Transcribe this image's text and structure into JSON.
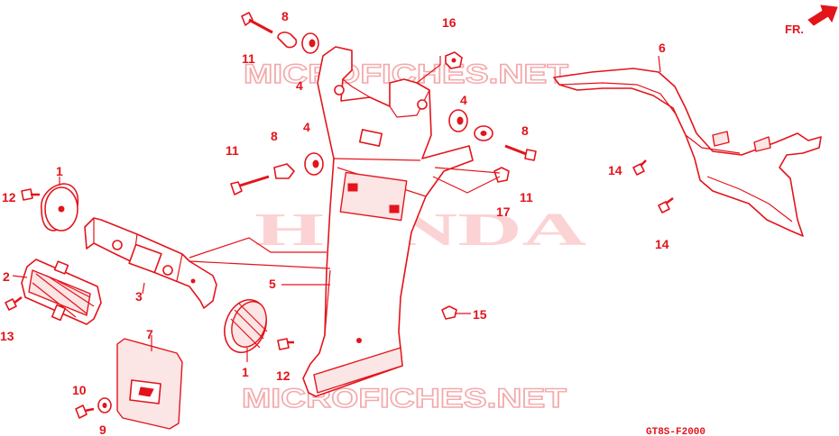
{
  "diagram": {
    "watermark_top": "MICROFICHES.NET",
    "watermark_center": "HONDA",
    "watermark_bottom": "MICROFICHES.NET",
    "diagram_code": "GT8S-F2000",
    "direction_label": "FR.",
    "callouts": [
      {
        "id": "c1a",
        "label": "1"
      },
      {
        "id": "c1b",
        "label": "1"
      },
      {
        "id": "c2",
        "label": "2"
      },
      {
        "id": "c3",
        "label": "3"
      },
      {
        "id": "c4a",
        "label": "4"
      },
      {
        "id": "c4b",
        "label": "4"
      },
      {
        "id": "c4c",
        "label": "4"
      },
      {
        "id": "c5",
        "label": "5"
      },
      {
        "id": "c6",
        "label": "6"
      },
      {
        "id": "c7",
        "label": "7"
      },
      {
        "id": "c8a",
        "label": "8"
      },
      {
        "id": "c8b",
        "label": "8"
      },
      {
        "id": "c8c",
        "label": "8"
      },
      {
        "id": "c9",
        "label": "9"
      },
      {
        "id": "c10",
        "label": "10"
      },
      {
        "id": "c11a",
        "label": "11"
      },
      {
        "id": "c11b",
        "label": "11"
      },
      {
        "id": "c11c",
        "label": "11"
      },
      {
        "id": "c12a",
        "label": "12"
      },
      {
        "id": "c12b",
        "label": "12"
      },
      {
        "id": "c13",
        "label": "13"
      },
      {
        "id": "c14a",
        "label": "14"
      },
      {
        "id": "c14b",
        "label": "14"
      },
      {
        "id": "c15",
        "label": "15"
      },
      {
        "id": "c16",
        "label": "16"
      },
      {
        "id": "c17",
        "label": "17"
      }
    ],
    "colors": {
      "ink": "#e3141b",
      "watermark": "#f4a9ab"
    }
  }
}
